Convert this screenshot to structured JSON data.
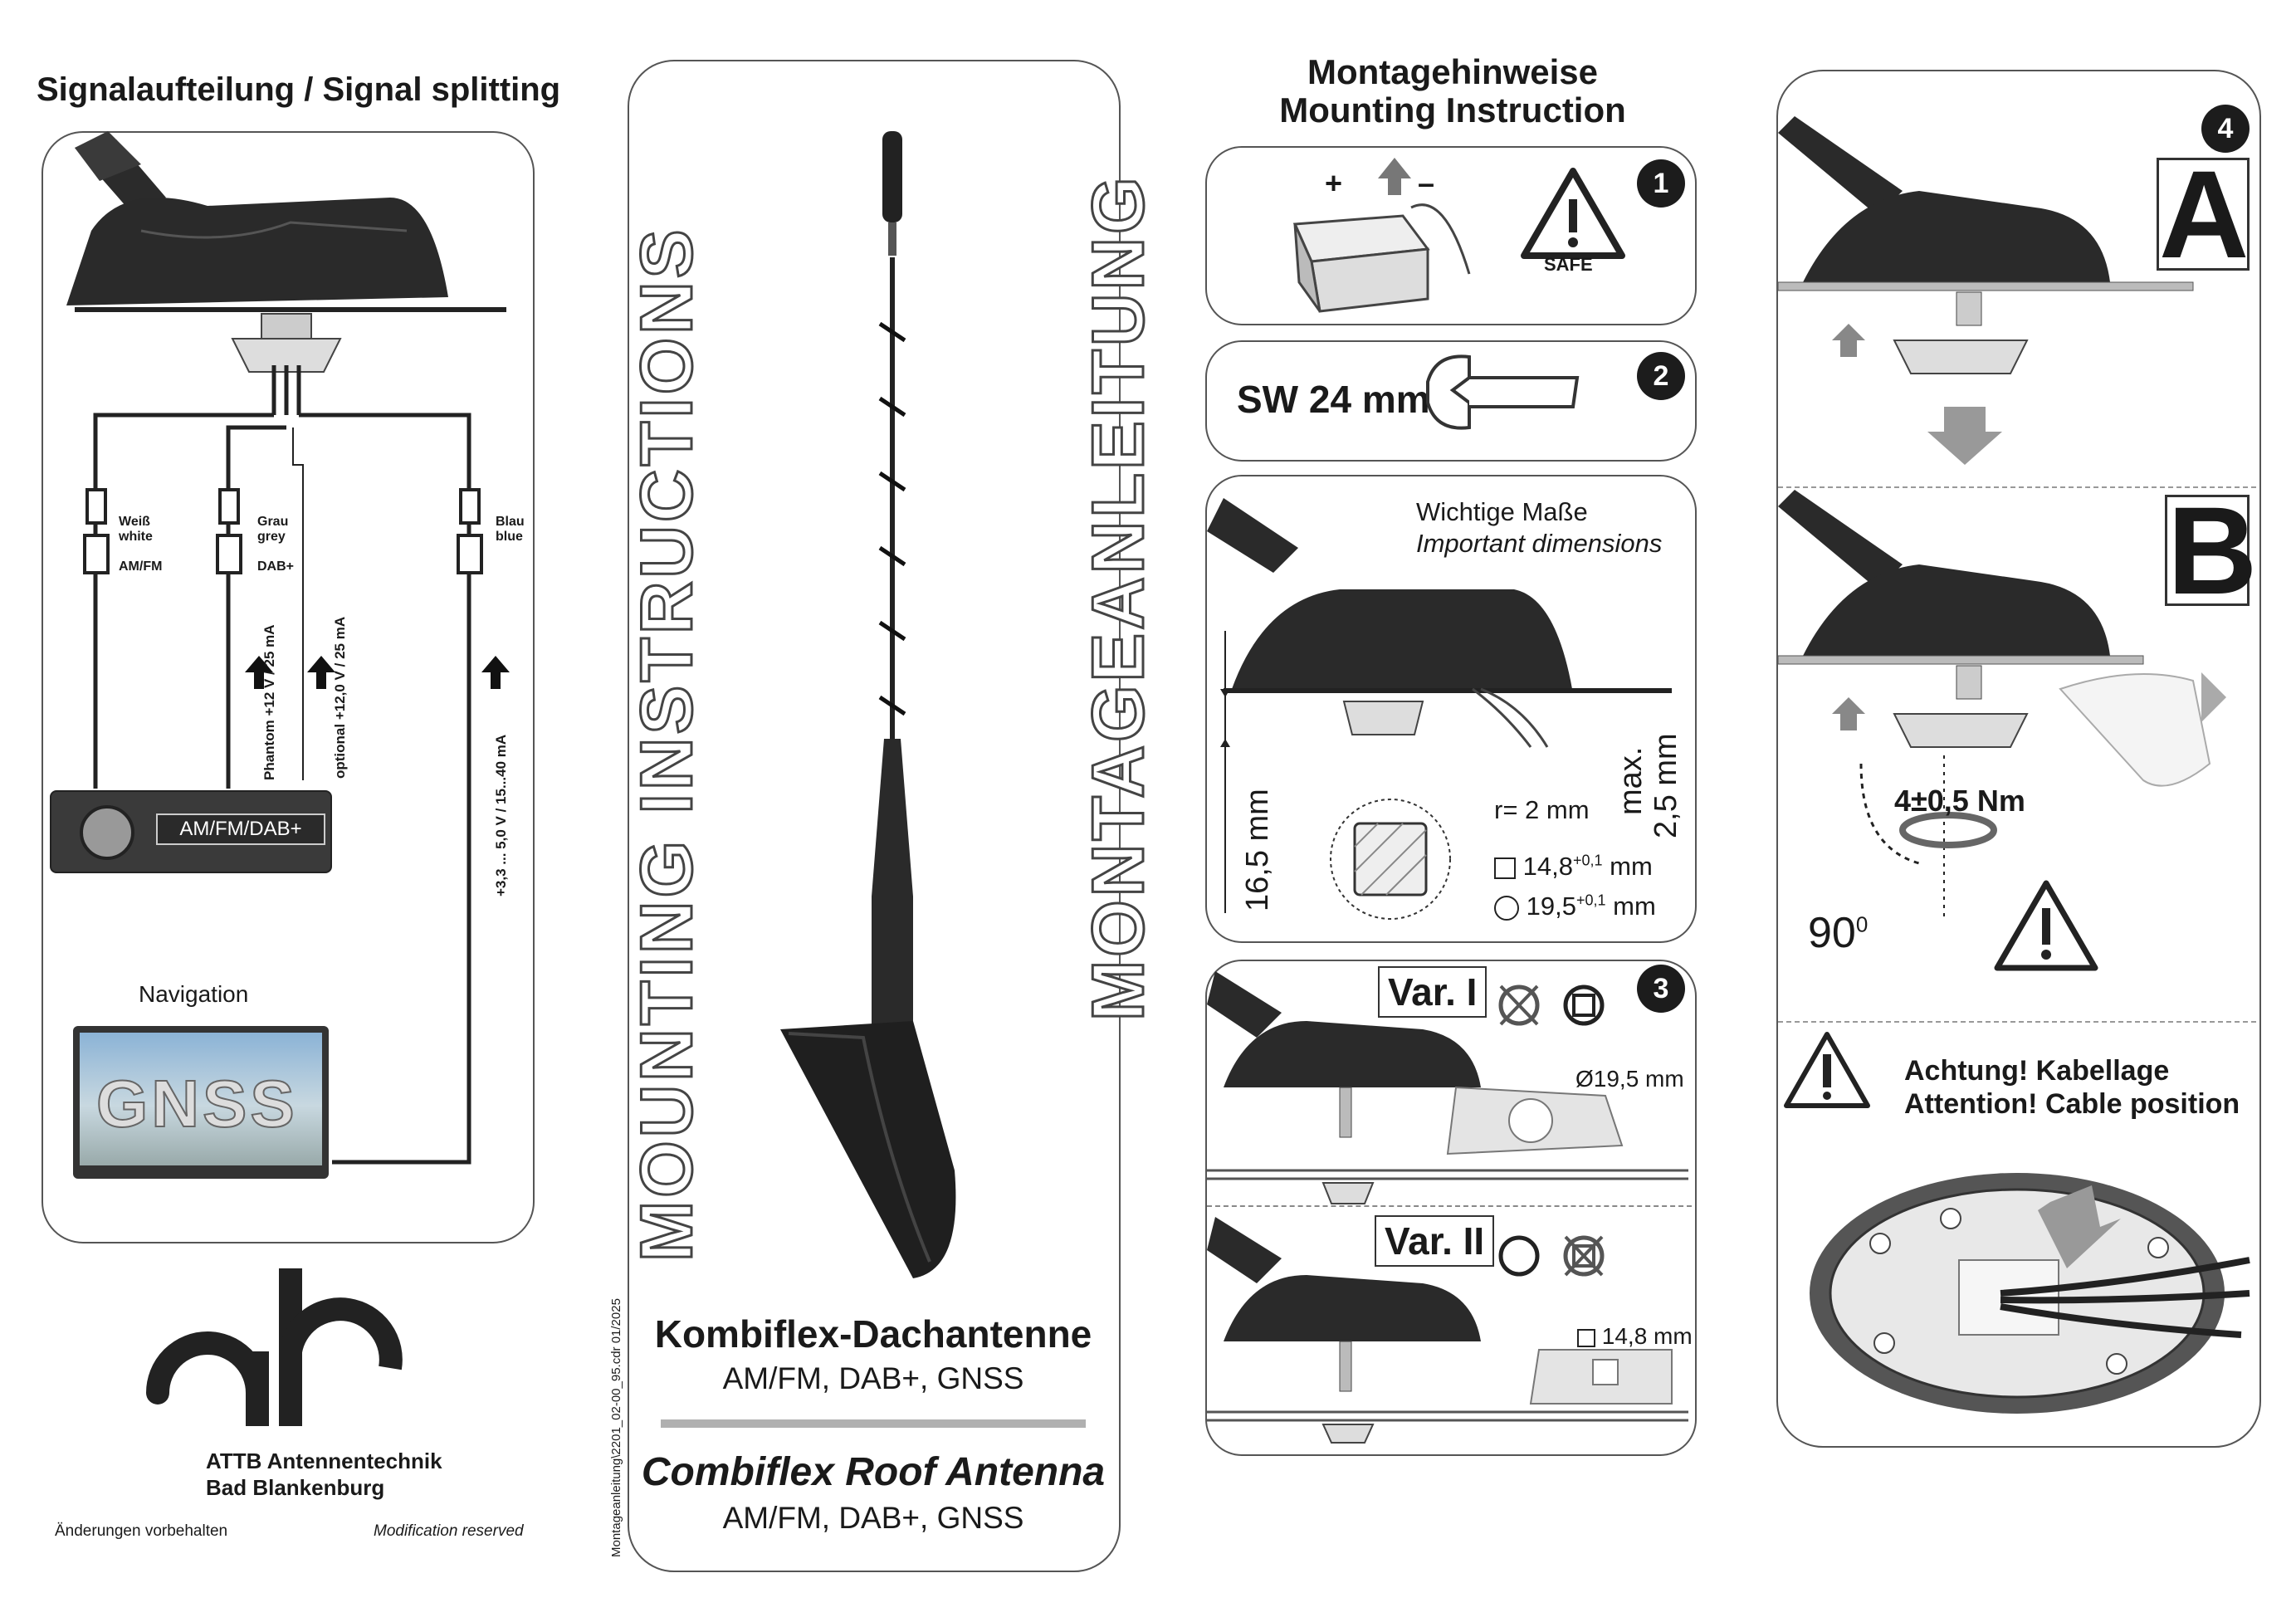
{
  "left": {
    "title": "Signalaufteilung / Signal splitting",
    "cables": [
      {
        "de": "Weiß",
        "en": "white",
        "band": "AM/FM"
      },
      {
        "de": "Grau",
        "en": "grey",
        "band": "DAB+"
      },
      {
        "de": "Blau",
        "en": "blue",
        "band": ""
      }
    ],
    "phantom": "Phantom +12 V / 25 mA",
    "optional": "optional +12,0 V / 25 mA",
    "gnss_power": "+3,3 ... 5,0 V / 15...40 mA",
    "radio_display": "AM/FM/DAB+",
    "nav_label": "Navigation",
    "gnss_text": "GNSS",
    "company_line1": "ATTB Antennentechnik",
    "company_line2": "Bad Blankenburg",
    "reserved_de": "Änderungen vorbehalten",
    "reserved_en": "Modification reserved"
  },
  "center": {
    "vert_en": "MOUNTING INSTRUCTIONS",
    "vert_de": "MONTAGEANLEITUNG",
    "doc_id": "Montageanleitung\\2201_02-00_95.cdr 01/2025",
    "product_de": "Kombiflex-Dachantenne",
    "bands_de": "AM/FM, DAB+, GNSS",
    "product_en": "Combiflex Roof Antenna",
    "bands_en": "AM/FM, DAB+, GNSS"
  },
  "mounting": {
    "title_de": "Montagehinweise",
    "title_en": "Mounting Instruction",
    "step1_num": "1",
    "plus": "+",
    "minus": "–",
    "safe": "SAFE",
    "step2_num": "2",
    "wrench": "SW 24 mm",
    "dims_de": "Wichtige Maße",
    "dims_en": "Important dimensions",
    "height": "16,5 mm",
    "radius": "r= 2 mm",
    "square_base": "14,8",
    "round_base": "19,5",
    "tolerance": "+0,1",
    "unit": "mm",
    "max_a": "max.",
    "max_b": "2,5 mm",
    "step3_num": "3",
    "var1": "Var. I",
    "var1_hole": "Ø19,5 mm",
    "var2": "Var. II",
    "var2_hole": "14,8 mm"
  },
  "right": {
    "step4_num": "4",
    "letter_a": "A",
    "letter_b": "B",
    "torque": "4±0,5 Nm",
    "angle": "90",
    "angle_unit": "0",
    "attention_de": "Achtung! Kabellage",
    "attention_en": "Attention! Cable position"
  }
}
